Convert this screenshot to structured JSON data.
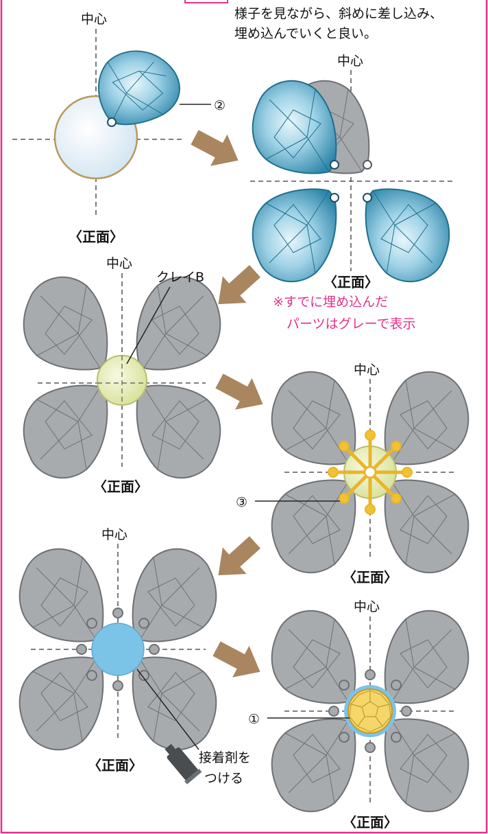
{
  "texts": {
    "instruction_line1": "様子を見ながら、斜めに差し込み、",
    "instruction_line2": "埋め込んでいくと良い。",
    "center_label": "中心",
    "front_view": "〈正面〉",
    "clay_b": "クレイB",
    "gray_note_line1": "※すでに埋め込んだ",
    "gray_note_line2": "パーツはグレーで表示",
    "adhesive_line1": "接着剤を",
    "adhesive_line2": "つける",
    "callout_1": "①",
    "callout_2": "②",
    "callout_3": "③"
  },
  "colors": {
    "frame_pink": "#e6308a",
    "teal_part": "#3d9bbd",
    "gray_part": "#a8abae",
    "clay_green": "#e2e8b3",
    "arrow_brown": "#a9865f",
    "glue_blue": "#7cc3e8",
    "pin_yellow": "#f1c232",
    "bead_yellow": "#f5d66a"
  },
  "icons": [
    "arrow-icon",
    "glue-tube-icon"
  ]
}
